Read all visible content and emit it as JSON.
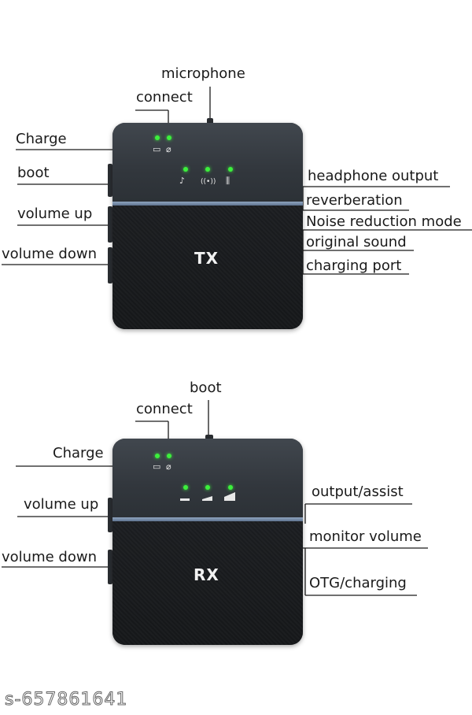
{
  "tx": {
    "name": "TX",
    "labels": {
      "microphone": "microphone",
      "connect": "connect",
      "charge": "Charge",
      "boot": "boot",
      "volume_up": "volume up",
      "volume_down": "volume down",
      "headphone_output": "headphone output",
      "reverberation": "reverberation",
      "noise_reduction_mode": "Noise reduction mode",
      "original_sound": "original sound",
      "charging_port": "charging port"
    },
    "icons": [
      "battery-icon",
      "link-icon",
      "music-note-icon",
      "broadcast-icon",
      "noise-reduction-icon"
    ]
  },
  "rx": {
    "name": "RX",
    "labels": {
      "boot": "boot",
      "connect": "connect",
      "charge": "Charge",
      "volume_up": "volume up",
      "volume_down": "volume down",
      "output_assist": "output/assist",
      "monitor_volume": "monitor volume",
      "otg_charging": "OTG/charging"
    },
    "icons": [
      "battery-icon",
      "link-icon",
      "level-low-icon",
      "level-mid-icon",
      "level-high-icon"
    ]
  },
  "watermark": "s-657861641",
  "colors": {
    "led": "#3cf03c",
    "band": "#8fa4bf",
    "body": "#1f2226"
  }
}
